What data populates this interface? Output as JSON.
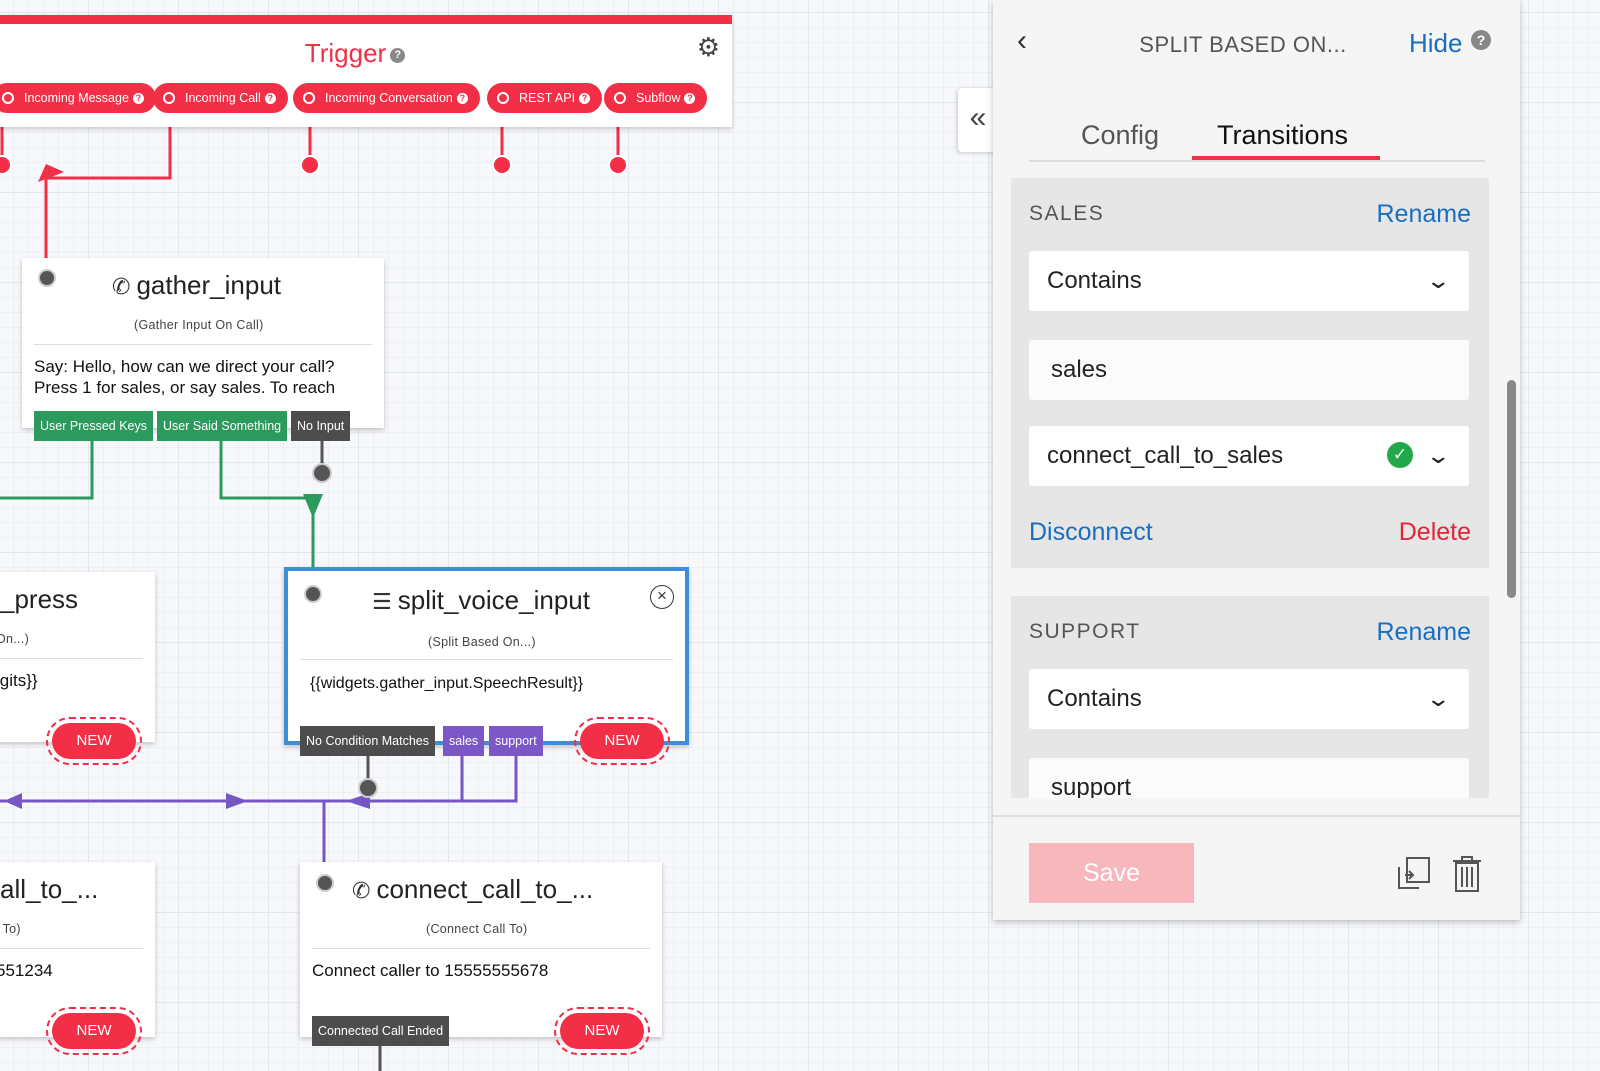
{
  "trigger": {
    "title": "Trigger",
    "pills": [
      {
        "label": "Incoming Message"
      },
      {
        "label": "Incoming Call"
      },
      {
        "label": "Incoming Conversation"
      },
      {
        "label": "REST API"
      },
      {
        "label": "Subflow"
      }
    ]
  },
  "widgets": {
    "gather_input": {
      "title": "gather_input",
      "subtitle": "(Gather Input On Call)",
      "body_line1": "Say: Hello, how can we direct your call?",
      "body_line2": "Press 1 for sales, or say sales. To reach",
      "transitions": [
        "User Pressed Keys",
        "User Said Something",
        "No Input"
      ]
    },
    "split_key_press": {
      "title": "_press",
      "subtitle": "On...)",
      "body": "igits}}",
      "new_label": "NEW"
    },
    "split_voice_input": {
      "title": "split_voice_input",
      "subtitle": "(Split Based On...)",
      "body": "{{widgets.gather_input.SpeechResult}}",
      "transitions": [
        "No Condition Matches",
        "sales",
        "support"
      ],
      "new_label": "NEW"
    },
    "connect_left": {
      "title": "all_to_...",
      "subtitle": "l To)",
      "body": "551234",
      "new_label": "NEW"
    },
    "connect_call_to": {
      "title": "connect_call_to_...",
      "subtitle": "(Connect Call To)",
      "body": "Connect caller to 15555555678",
      "transition": "Connected Call Ended",
      "new_label": "NEW"
    }
  },
  "panel": {
    "title": "SPLIT BASED ON...",
    "hide_label": "Hide",
    "tabs": [
      "Config",
      "Transitions"
    ],
    "active_tab": "Transitions",
    "transitions": [
      {
        "label": "SALES",
        "rename": "Rename",
        "operator": "Contains",
        "value": "sales",
        "target": "connect_call_to_sales",
        "disconnect": "Disconnect",
        "delete": "Delete"
      },
      {
        "label": "SUPPORT",
        "rename": "Rename",
        "operator": "Contains",
        "value": "support"
      }
    ],
    "save_label": "Save"
  },
  "colors": {
    "brand_red": "#f22f46",
    "link_blue": "#1a6ec1",
    "success_green": "#21a84a",
    "selected_border": "#3d8ed8",
    "transition_green": "#2c9a5c",
    "transition_purple": "#7b57c7"
  },
  "icons": [
    "gear-icon",
    "phone-icon",
    "split-icon",
    "close-icon",
    "chevron-left-icon",
    "double-chevron-left-icon",
    "chevron-down-icon",
    "check-icon",
    "help-icon",
    "duplicate-icon",
    "trash-icon"
  ]
}
